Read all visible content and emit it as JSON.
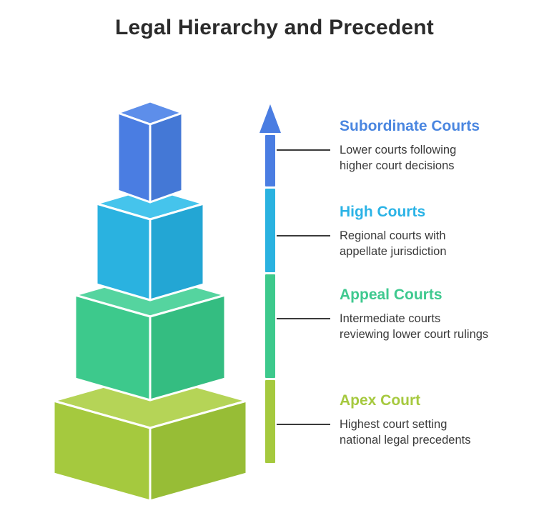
{
  "title": "Legal Hierarchy and Precedent",
  "title_color": "#2b2b2b",
  "text_color": "#3a3a3a",
  "levels": [
    {
      "name": "Subordinate Courts",
      "description": "Lower courts following higher court decisions",
      "heading_color": "#4a86e0",
      "box_top": "#5d8eea",
      "box_left": "#4a7de2",
      "box_right": "#4478d6",
      "segment_color": "#4a7de2"
    },
    {
      "name": "High Courts",
      "description": "Regional courts with appellate jurisdiction",
      "heading_color": "#2bb3e6",
      "box_top": "#45c4ec",
      "box_left": "#2ab2e0",
      "box_right": "#23a6d4",
      "segment_color": "#2ab2e0"
    },
    {
      "name": "Appeal Courts",
      "description": "Intermediate courts reviewing lower court rulings",
      "heading_color": "#3fc98f",
      "box_top": "#55d49f",
      "box_left": "#3dc98c",
      "box_right": "#34bd81",
      "segment_color": "#3dc98c"
    },
    {
      "name": "Apex Court",
      "description": "Highest court setting national legal precedents",
      "heading_color": "#a6c93f",
      "box_top": "#b5d457",
      "box_left": "#a5c93e",
      "box_right": "#97bd36",
      "segment_color": "#a5c93e"
    }
  ],
  "arrow": {
    "head_color": "#4a7de2",
    "connector_color": "#3a3a3a"
  }
}
